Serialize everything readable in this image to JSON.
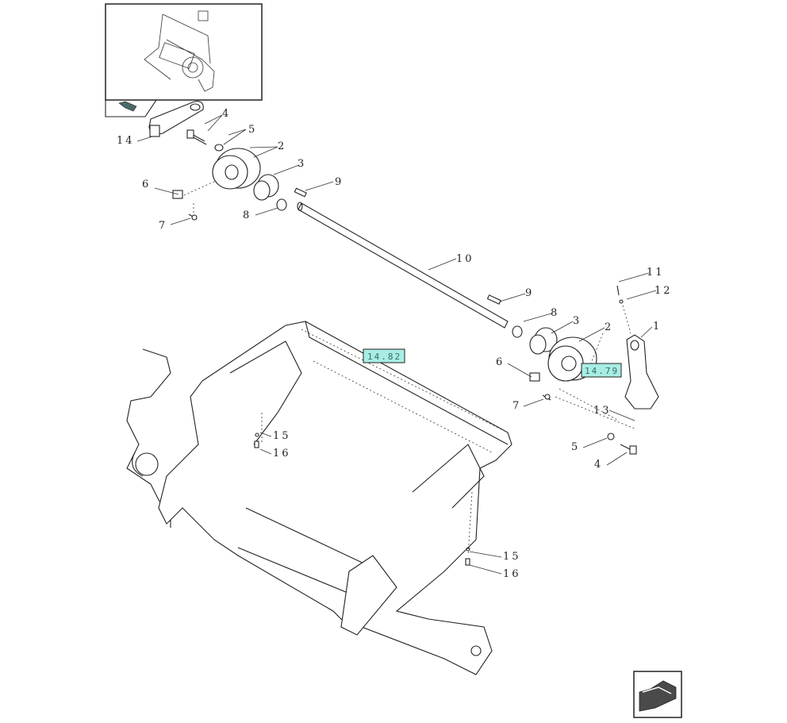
{
  "diagram": {
    "callouts": [
      "1",
      "2",
      "3",
      "4",
      "5",
      "6",
      "7",
      "8",
      "9",
      "10",
      "11",
      "12",
      "13",
      "14",
      "15",
      "16"
    ],
    "labels": {
      "l14": "14",
      "l4a": "4",
      "l5a": "5",
      "l2a": "2",
      "l3a": "3",
      "l6a": "6",
      "l7a": "7",
      "l8a": "8",
      "l9a": "9",
      "l10": "10",
      "l9b": "9",
      "l8b": "8",
      "l3b": "3",
      "l2b": "2",
      "l1": "1",
      "l11": "11",
      "l12": "12",
      "l6b": "6",
      "l7b": "7",
      "l13": "13",
      "l5b": "5",
      "l4b": "4",
      "l15a": "15",
      "l16a": "16",
      "l15b": "15",
      "l16b": "16"
    },
    "references": {
      "ref1": "14.82",
      "ref2": "14.79"
    },
    "colors": {
      "reference_fill": "#a8ede4",
      "line": "#222222"
    }
  },
  "navigation": {
    "prev_icon": "arrow-back-icon",
    "next_icon": "arrow-next-icon"
  }
}
